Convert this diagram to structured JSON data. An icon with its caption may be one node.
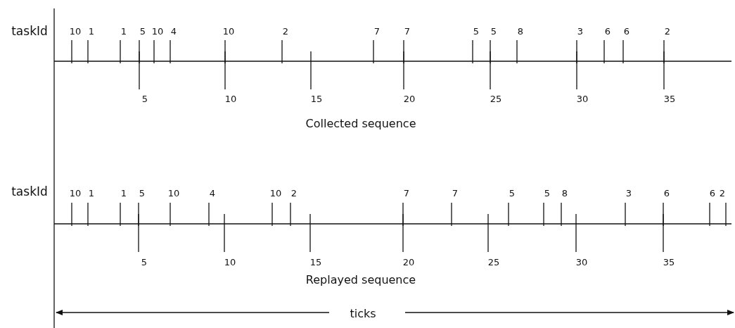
{
  "diagram": {
    "labels": [
      "taskId",
      "10",
      "1",
      "1",
      "5",
      "10",
      "4",
      "10",
      "2",
      "7",
      "7",
      "5",
      "5",
      "8",
      "3",
      "6",
      "6",
      "2",
      "5",
      "10",
      "15",
      "20",
      "25",
      "30",
      "35",
      "Collected sequence",
      "taskId",
      "10",
      "1",
      "1",
      "5",
      "10",
      "4",
      "10",
      "2",
      "7",
      "7",
      "5",
      "5",
      "8",
      "3",
      "6",
      "6",
      "2",
      "5",
      "10",
      "15",
      "20",
      "25",
      "30",
      "35",
      "Replayed sequence",
      "ticks"
    ]
  }
}
